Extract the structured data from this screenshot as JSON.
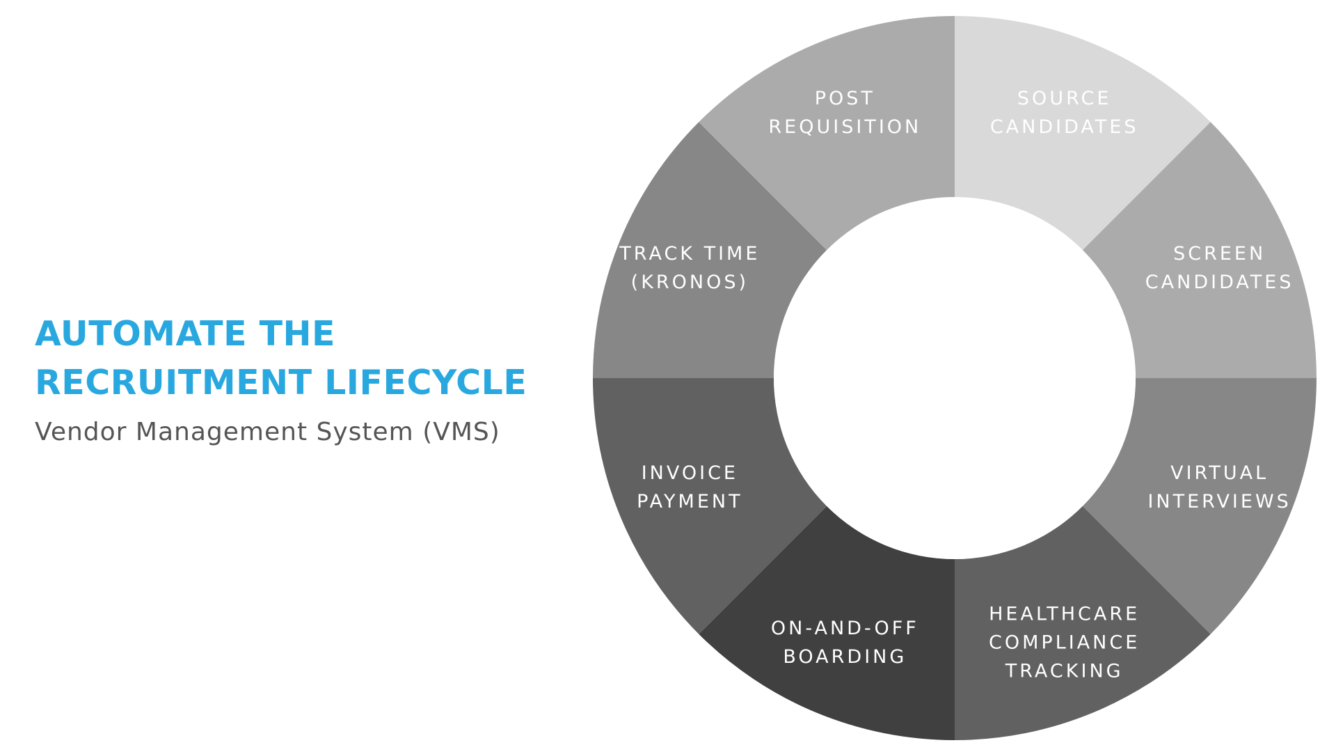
{
  "heading": {
    "line1": "AUTOMATE THE",
    "line2": "RECRUITMENT LIFECYCLE",
    "subtitle": "Vendor Management System (VMS)"
  },
  "colors": {
    "accent": "#29a8df",
    "subtitle": "#555555",
    "label": "#ffffff"
  },
  "segments": [
    {
      "label_lines": [
        "SOURCE",
        "CANDIDATES"
      ],
      "color": "#d9d9d9"
    },
    {
      "label_lines": [
        "SCREEN",
        "CANDIDATES"
      ],
      "color": "#ababab"
    },
    {
      "label_lines": [
        "VIRTUAL",
        "INTERVIEWS"
      ],
      "color": "#878787"
    },
    {
      "label_lines": [
        "HEALTHCARE",
        "COMPLIANCE",
        "TRACKING"
      ],
      "color": "#616161"
    },
    {
      "label_lines": [
        "ON-AND-OFF",
        "BOARDING"
      ],
      "color": "#404040"
    },
    {
      "label_lines": [
        "INVOICE",
        "PAYMENT"
      ],
      "color": "#616161"
    },
    {
      "label_lines": [
        "TRACK TIME",
        "(KRONOS)"
      ],
      "color": "#878787"
    },
    {
      "label_lines": [
        "POST",
        "REQUISITION"
      ],
      "color": "#ababab"
    }
  ]
}
